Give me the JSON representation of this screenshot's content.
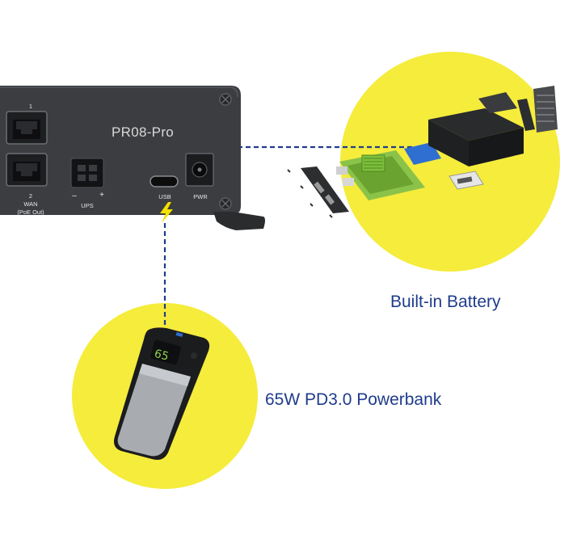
{
  "device": {
    "model": "PR08-Pro",
    "port_1": "1",
    "port_2": "2",
    "wan_label": "WAN",
    "poe_label": "(PoE Out)",
    "ups_minus": "–",
    "ups_plus": "+",
    "ups_label": "UPS",
    "usb_label": "USB",
    "pwr_label": "PWR"
  },
  "captions": {
    "battery": "Built-in Battery",
    "powerbank": "65W PD3.0 Powerbank"
  },
  "colors": {
    "highlight_yellow": "#f5ec3c",
    "device_body": "#3b3d40",
    "caption_blue": "#1f3c8c",
    "dashed_line": "#1f3c8c",
    "lightning": "#f5e000"
  },
  "icons": {
    "charge": "lightning-bolt-icon"
  }
}
